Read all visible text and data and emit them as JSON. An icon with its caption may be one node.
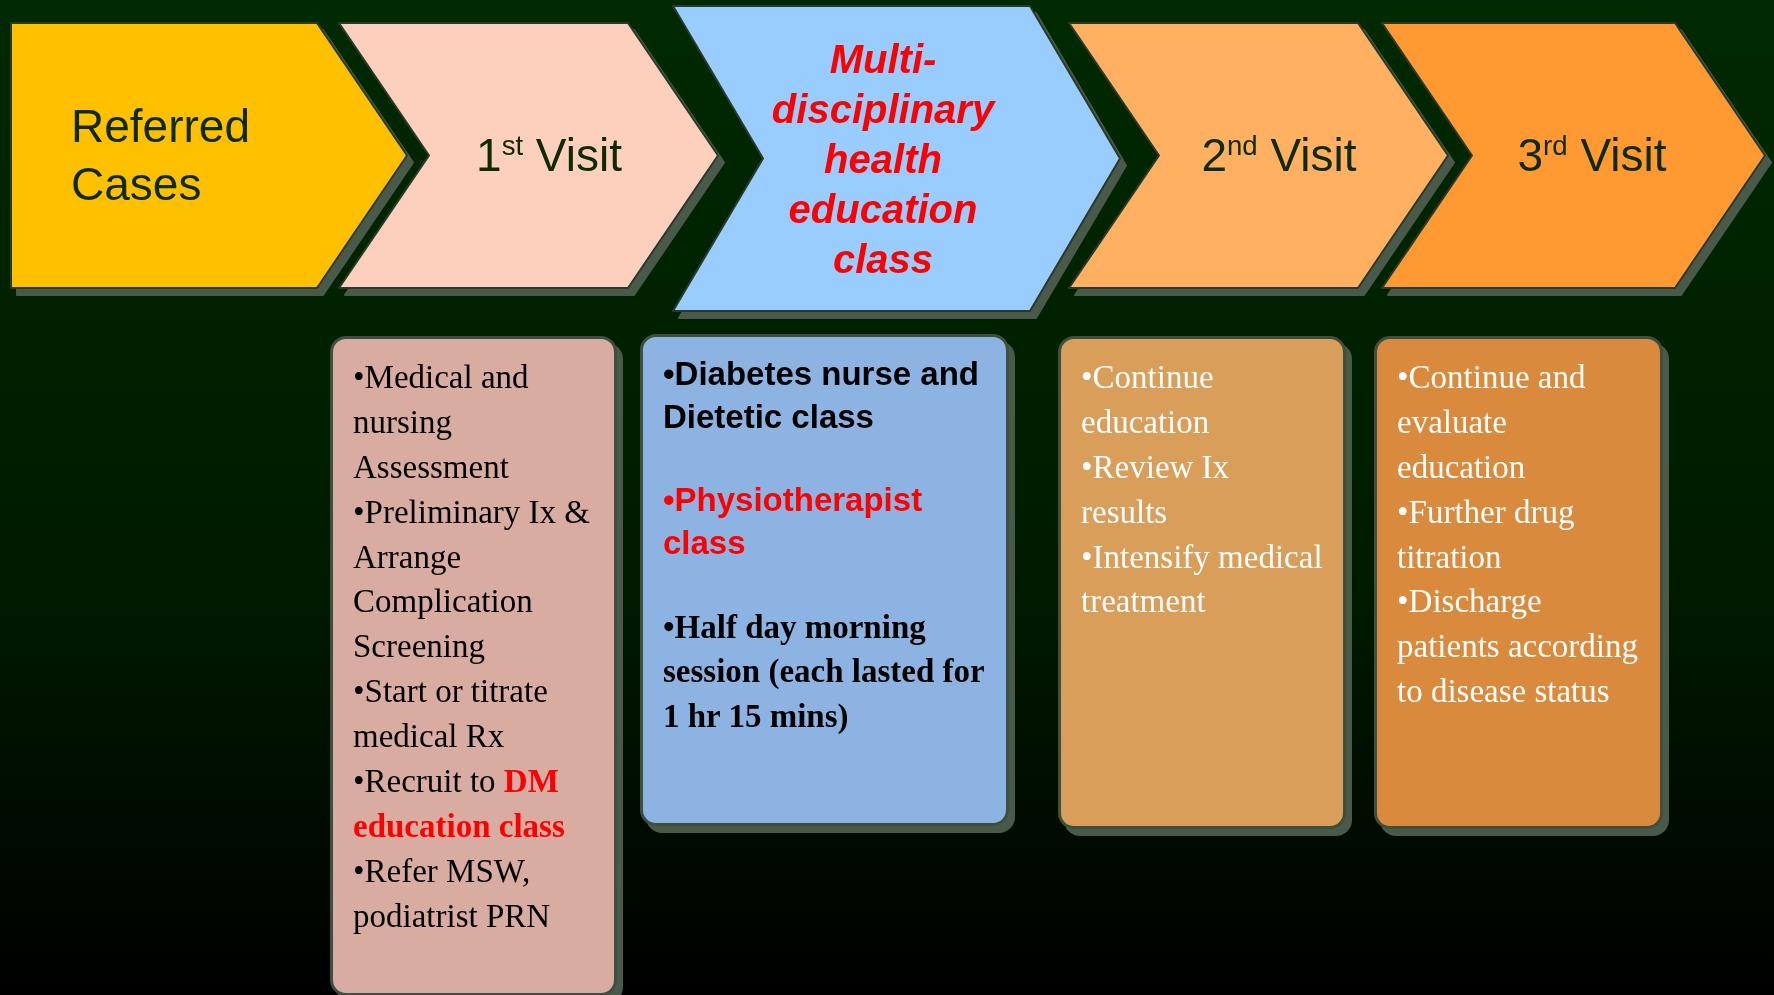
{
  "diagram": {
    "nodes": [
      {
        "text": [
          "Referred Cases"
        ]
      },
      {
        "text": [
          "1$^{st}$ Visit"
        ]
      },
      {
        "text": [
          "Multi-disciplinary health education class"
        ]
      },
      {
        "text": [
          "2$^{nd}$ Visit"
        ]
      },
      {
        "text": [
          "3$^{rd}$ Visit"
        ]
      },
      {
        "text": [
          "•Medical and nursing Assessment",
          "•Preliminary Ix & Arrange Complication Screening",
          "•Start or titrate medical Rx",
          "•Recruit to **DM education class**",
          "•Refer MSW, podiatrist PRN"
        ]
      },
      {
        "text": [
          "•Diabetes nurse and Dietetic class",
          "•Physiotherapist class",
          "•Half day morning session (each lasted for 1 hr 15 mins)"
        ]
      },
      {
        "text": [
          "•Continue education",
          "•Review Ix results",
          "•Intensify medical treatment"
        ]
      },
      {
        "text": [
          "•Continue and evaluate education",
          "•Further drug titration",
          "•Discharge patients according to disease status"
        ]
      }
    ]
  }
}
